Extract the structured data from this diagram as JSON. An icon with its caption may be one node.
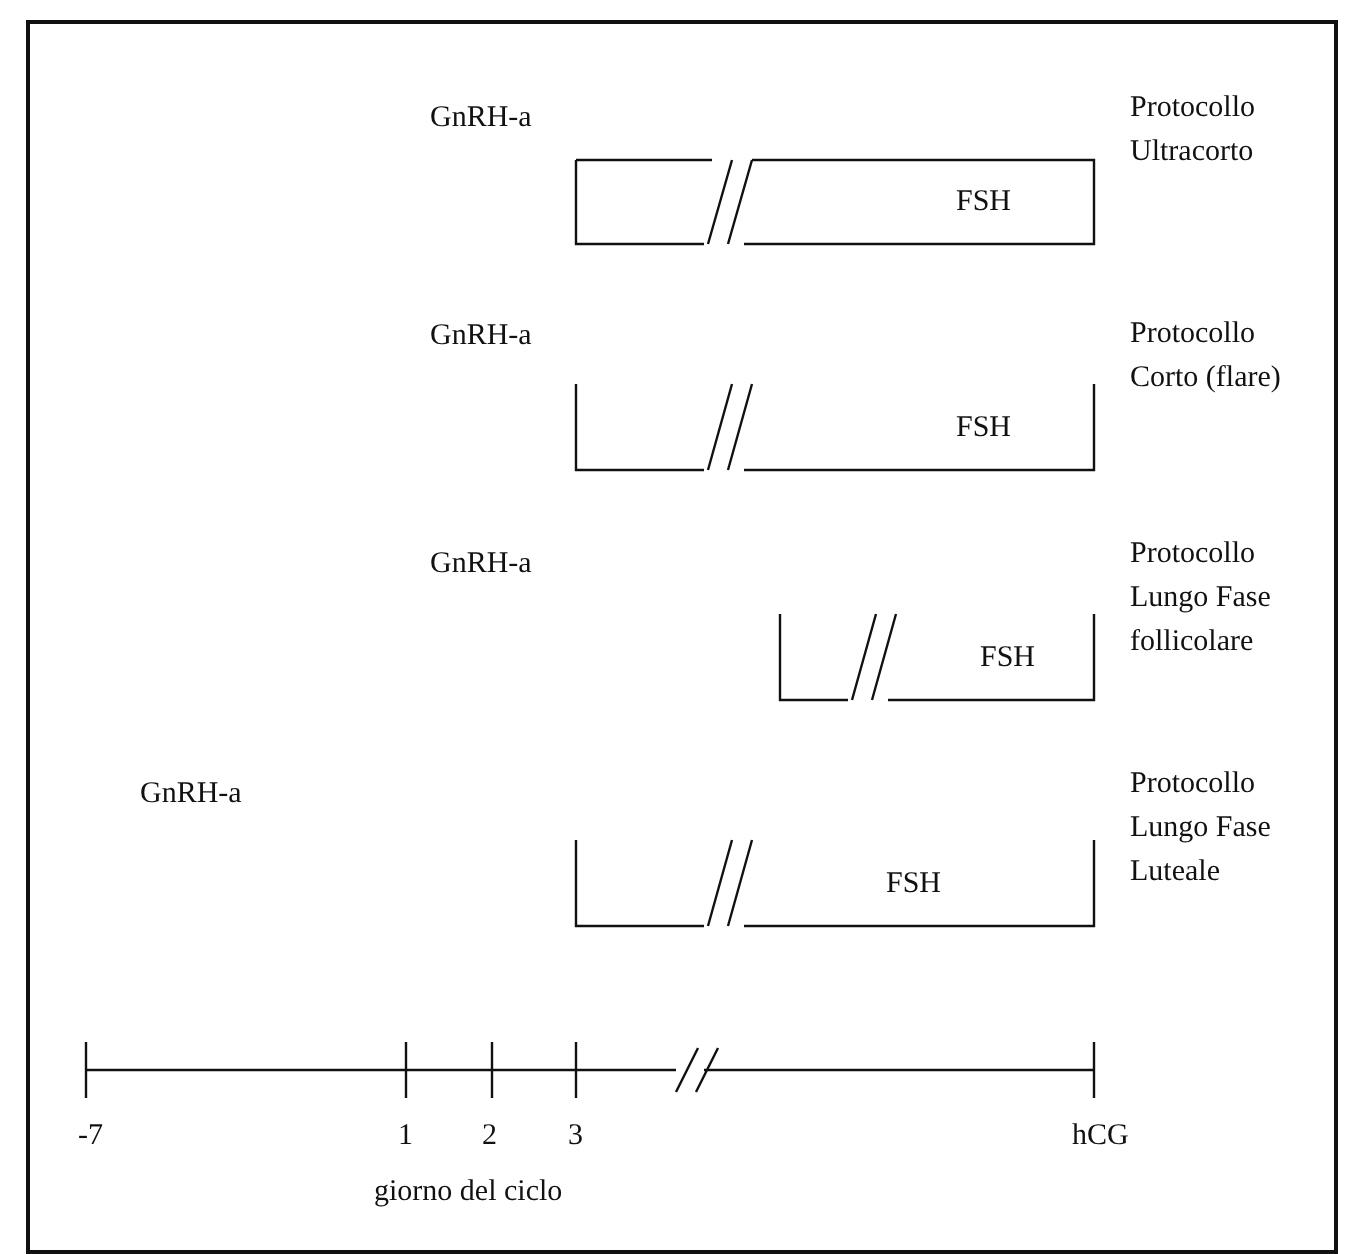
{
  "diagram": {
    "nodes": [
      {
        "text": [
          "FSH"
        ],
        "beside": [
          "Protocollo Ultracorto"
        ]
      },
      {
        "text": [
          "FSH"
        ],
        "beside": [
          "Protocollo Corto (flare)"
        ]
      },
      {
        "text": [
          "FSH"
        ],
        "beside": [
          "Protocollo Lungo Fase follicolare"
        ]
      },
      {
        "text": [
          "FSH"
        ],
        "beside": [
          "Protocollo Lungo Fase Luteale"
        ]
      }
    ],
    "labels": [
      "GnRH-a",
      "GnRH-a",
      "GnRH-a",
      "GnRH-a",
      "-7",
      "1",
      "2",
      "3",
      "hCG",
      "giorno del ciclo"
    ]
  }
}
